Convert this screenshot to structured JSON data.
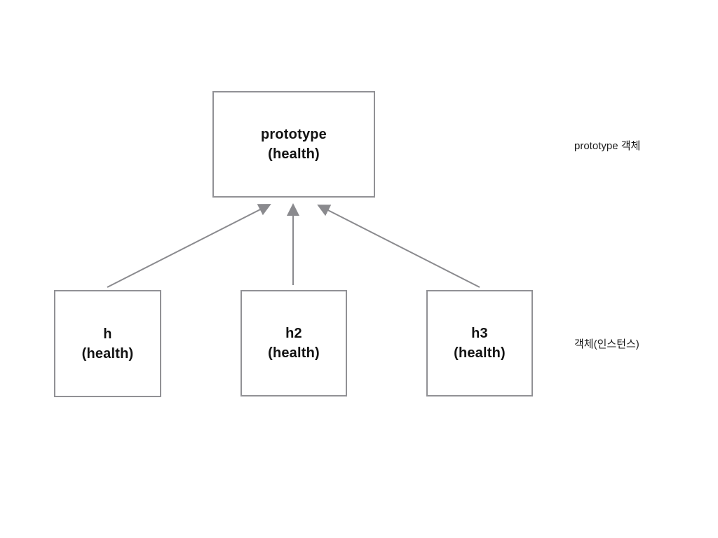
{
  "diagram": {
    "title_hint": "JavaScript prototype relationship diagram",
    "nodes": [
      {
        "id": "prototype",
        "line1": "prototype",
        "line2": "(health)"
      },
      {
        "id": "h",
        "line1": "h",
        "line2": "(health)"
      },
      {
        "id": "h2",
        "line1": "h2",
        "line2": "(health)"
      },
      {
        "id": "h3",
        "line1": "h3",
        "line2": "(health)"
      }
    ],
    "annotations": [
      {
        "id": "prototype-object-label",
        "text": "prototype 객체"
      },
      {
        "id": "instance-label",
        "text": "객체(인스턴스)"
      }
    ],
    "arrows": [
      {
        "from": "h",
        "to": "prototype"
      },
      {
        "from": "h2",
        "to": "prototype"
      },
      {
        "from": "h3",
        "to": "prototype"
      }
    ],
    "colors": {
      "background": "#ffffff",
      "box_border": "#919195",
      "arrow": "#8a8a8e",
      "text": "#121212"
    }
  }
}
